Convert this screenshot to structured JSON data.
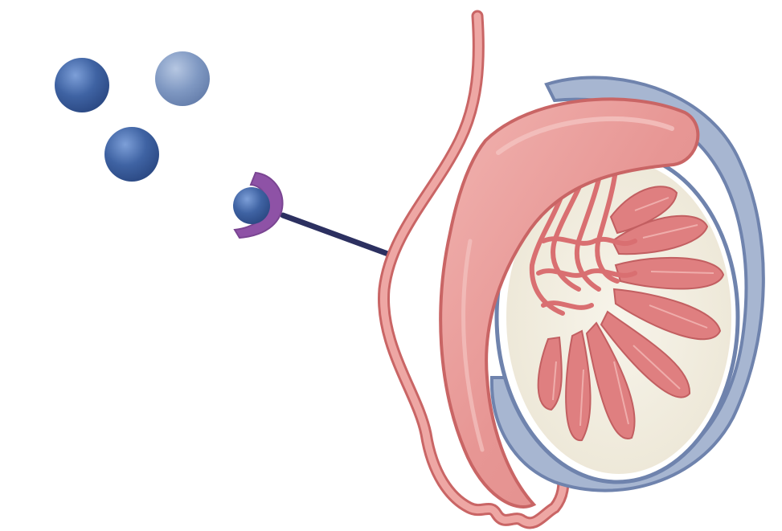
{
  "diagram": {
    "colors": {
      "background": "#ffffff",
      "particle_dark": "#3f63a3",
      "particle_light": "#7f98c2",
      "receptor": "#8e52a6",
      "connector": "#2c3060",
      "duct_fill": "#e89a9a",
      "duct_outline": "#c96565",
      "tubule_fill": "#df7f80",
      "capsule_inner": "#f3f0e4",
      "tunica": "#a7b6d1",
      "tunica_outline": "#6f83ad"
    },
    "elements": {
      "particles": [
        "particle-sphere",
        "particle-sphere",
        "particle-sphere"
      ],
      "receptor": "receptor-bound-particle",
      "organ": "testis-with-epididymis"
    }
  }
}
